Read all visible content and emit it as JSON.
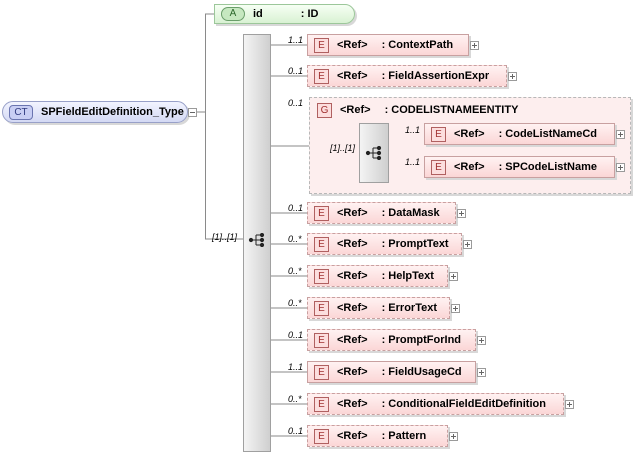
{
  "complex_type": {
    "badge": "CT",
    "name": "SPFieldEditDefinition_Type"
  },
  "attribute": {
    "badge": "A",
    "name": "id",
    "type": ": ID"
  },
  "sequence": {
    "cardinality": "[1]..[1]"
  },
  "elements": [
    {
      "card": "1..1",
      "badge": "E",
      "ref": "<Ref>",
      "name": ": ContextPath"
    },
    {
      "card": "0..1",
      "badge": "E",
      "ref": "<Ref>",
      "name": ": FieldAssertionExpr"
    },
    {
      "card": "0..1",
      "badge": "E",
      "ref": "<Ref>",
      "name": ": DataMask"
    },
    {
      "card": "0..*",
      "badge": "E",
      "ref": "<Ref>",
      "name": ": PromptText"
    },
    {
      "card": "0..*",
      "badge": "E",
      "ref": "<Ref>",
      "name": ": HelpText"
    },
    {
      "card": "0..*",
      "badge": "E",
      "ref": "<Ref>",
      "name": ": ErrorText"
    },
    {
      "card": "0..1",
      "badge": "E",
      "ref": "<Ref>",
      "name": ": PromptForInd"
    },
    {
      "card": "1..1",
      "badge": "E",
      "ref": "<Ref>",
      "name": ": FieldUsageCd"
    },
    {
      "card": "0..*",
      "badge": "E",
      "ref": "<Ref>",
      "name": ": ConditionalFieldEditDefinition"
    },
    {
      "card": "0..1",
      "badge": "E",
      "ref": "<Ref>",
      "name": ": Pattern"
    }
  ],
  "group": {
    "card": "0..1",
    "badge": "G",
    "ref": "<Ref>",
    "name": ": CODELISTNAMEENTITY",
    "sequence_card": "[1]..[1]",
    "elements": [
      {
        "card": "1..1",
        "badge": "E",
        "ref": "<Ref>",
        "name": ": CodeListNameCd"
      },
      {
        "card": "1..1",
        "badge": "E",
        "ref": "<Ref>",
        "name": ": SPCodeListName"
      }
    ]
  }
}
